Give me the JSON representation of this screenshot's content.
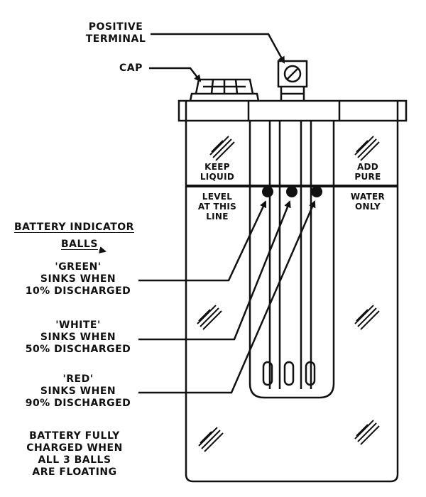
{
  "labels": {
    "positive_terminal": [
      "POSITIVE",
      "TERMINAL"
    ],
    "cap": "CAP",
    "keep_liquid": [
      "KEEP",
      "LIQUID"
    ],
    "level_at_this_line": [
      "LEVEL",
      "AT THIS",
      "LINE"
    ],
    "add_pure": [
      "ADD",
      "PURE"
    ],
    "water_only": [
      "WATER",
      "ONLY"
    ],
    "indicator_title": "BATTERY INDICATOR",
    "indicator_balls": "BALLS",
    "green": [
      "'GREEN'",
      "SINKS WHEN",
      "10% DISCHARGED"
    ],
    "white": [
      "'WHITE'",
      "SINKS WHEN",
      "50% DISCHARGED"
    ],
    "red": [
      "'RED'",
      "SINKS WHEN",
      "90% DISCHARGED"
    ],
    "fully_charged": [
      "BATTERY FULLY",
      "CHARGED WHEN",
      "ALL 3 BALLS",
      "ARE FLOATING"
    ]
  },
  "colors": {
    "ink": "#111111",
    "paper": "#ffffff"
  }
}
